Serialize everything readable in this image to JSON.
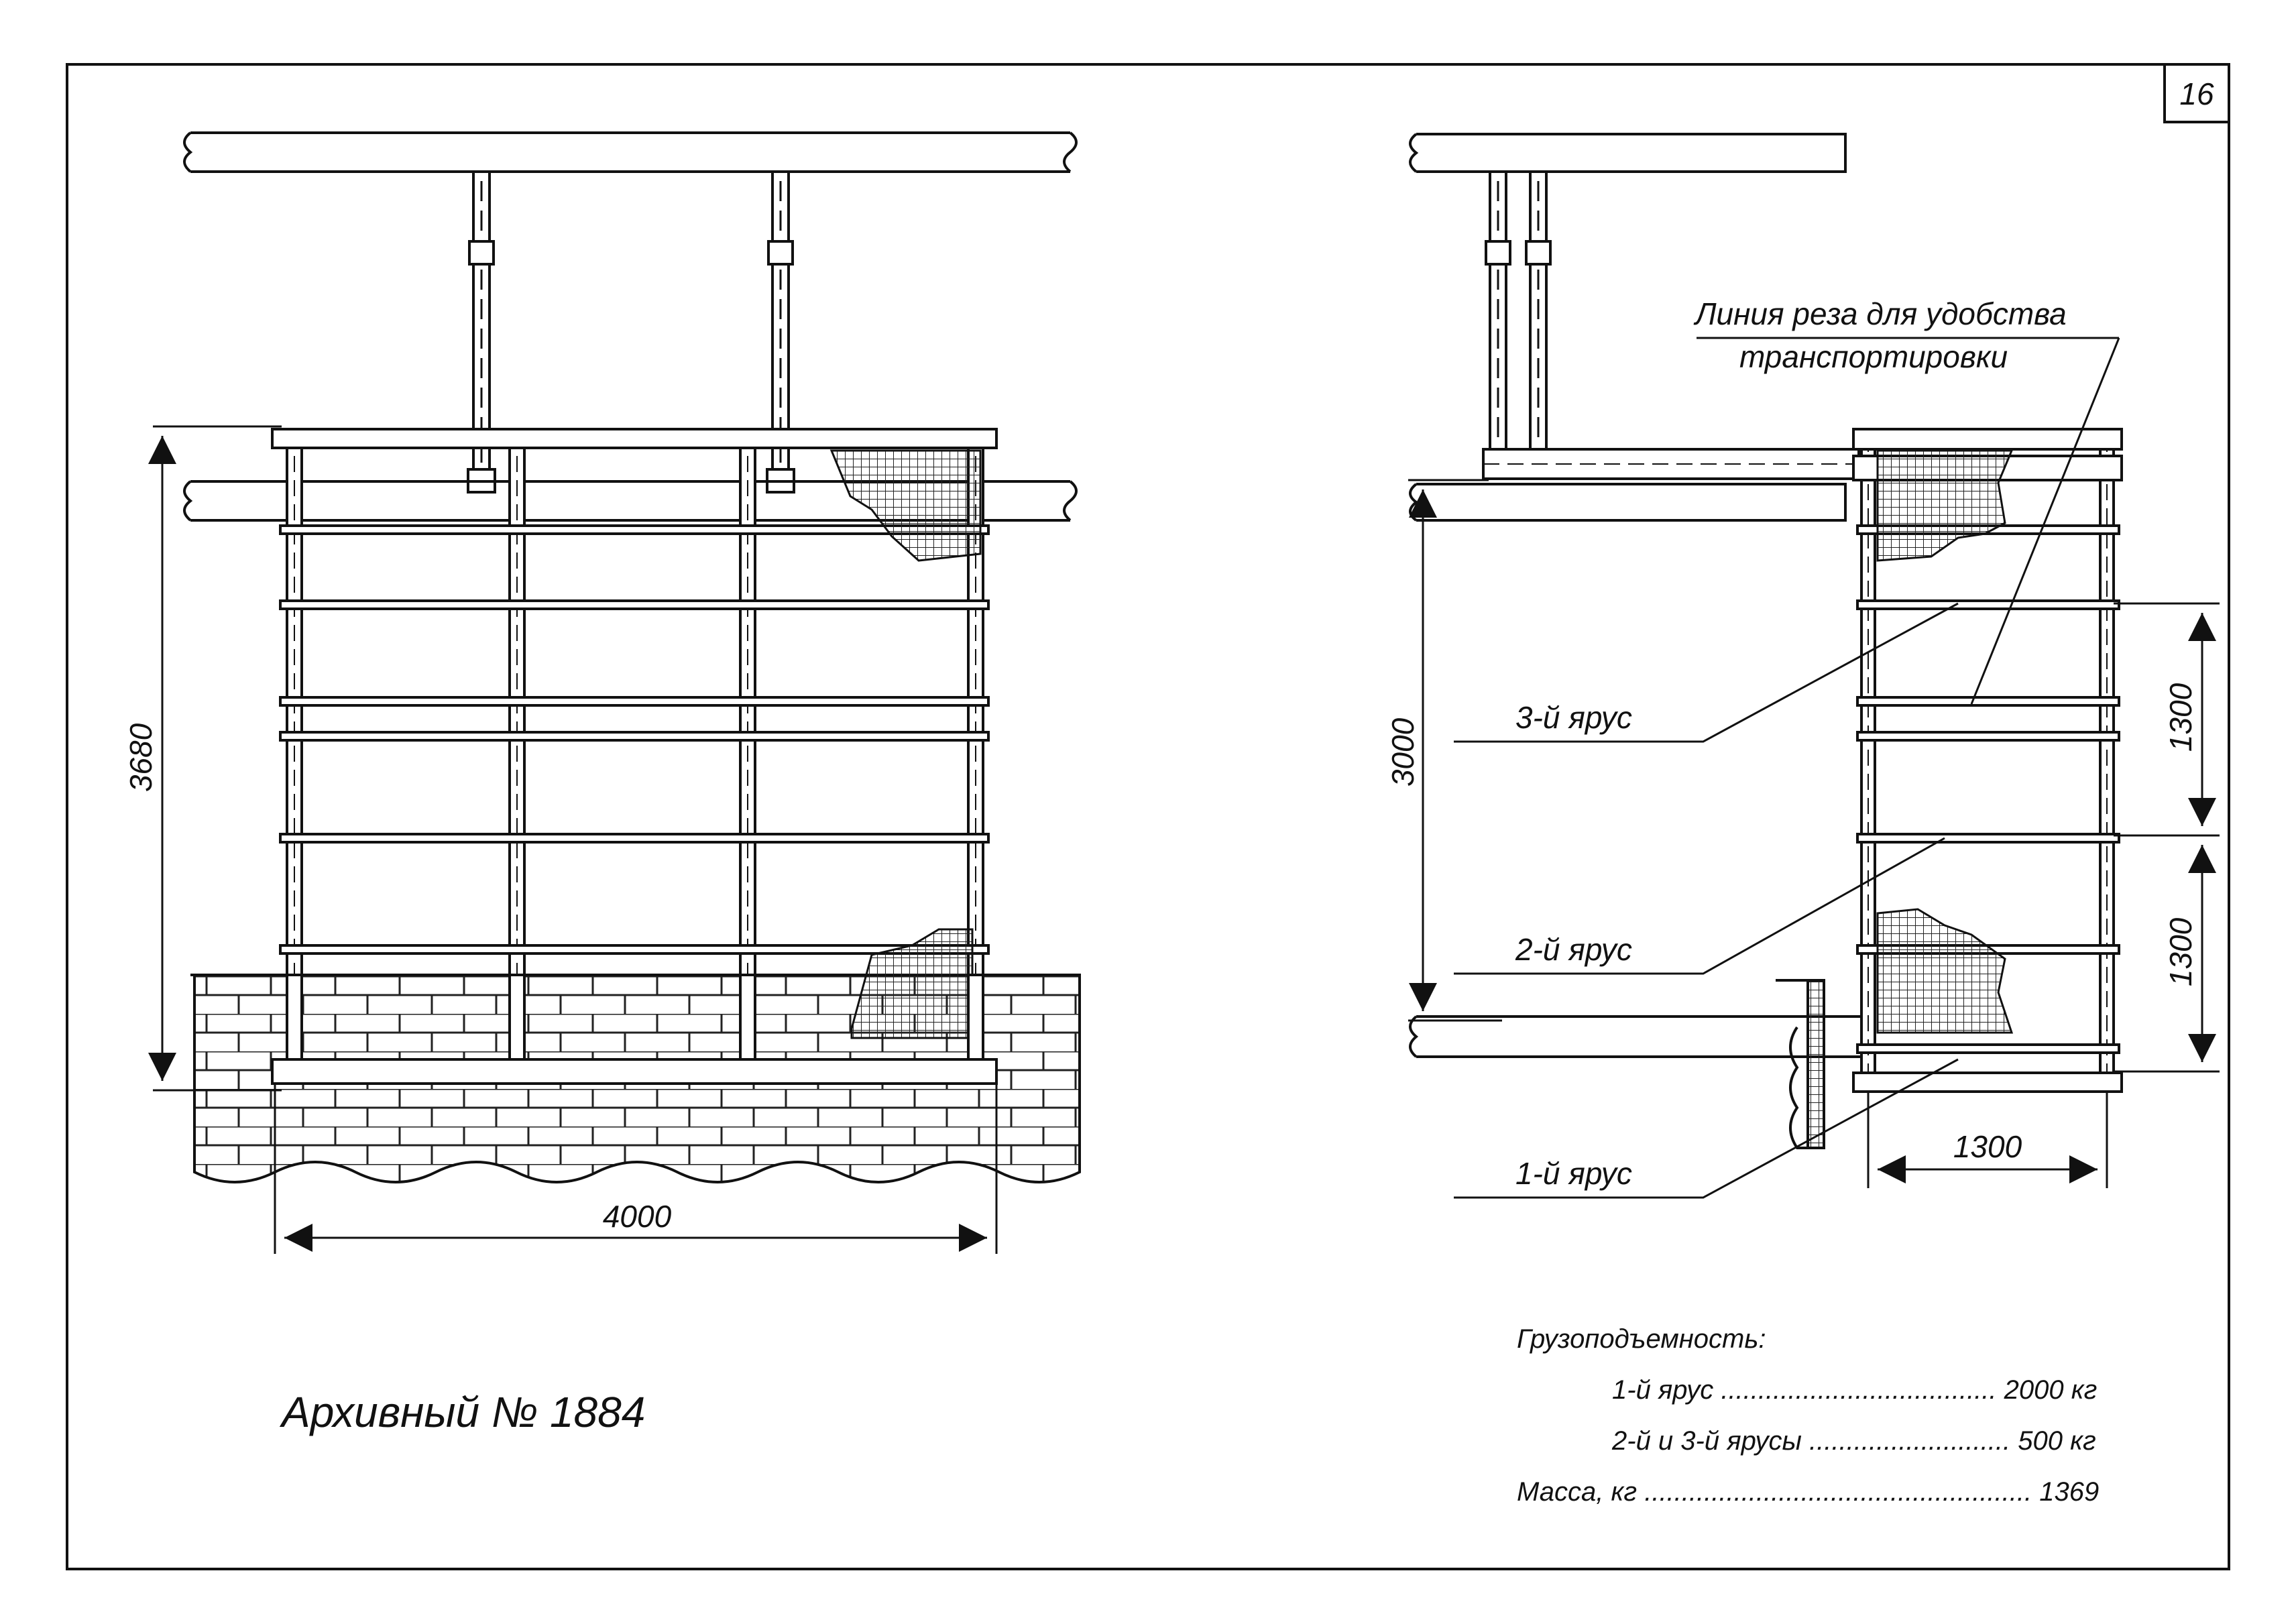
{
  "page_number": "16",
  "archive_label": "Архивный № 1884",
  "cut_line_label": {
    "line1": "Линия реза для удобства",
    "line2": "транспортировки"
  },
  "tiers": {
    "tier3": "3-й ярус",
    "tier2": "2-й ярус",
    "tier1": "1-й ярус"
  },
  "dimensions": {
    "front_height": "3680",
    "front_width": "4000",
    "side_height": "3000",
    "side_upper_step": "1300",
    "side_lower_step": "1300",
    "side_depth": "1300"
  },
  "specs": {
    "heading": "Грузоподъемность:",
    "row1": "1-й ярус ..................................... 2000 кг",
    "row2": "2-й и 3-й ярусы ........................... 500 кг",
    "row3": "Масса, кг .................................................... 1369"
  }
}
